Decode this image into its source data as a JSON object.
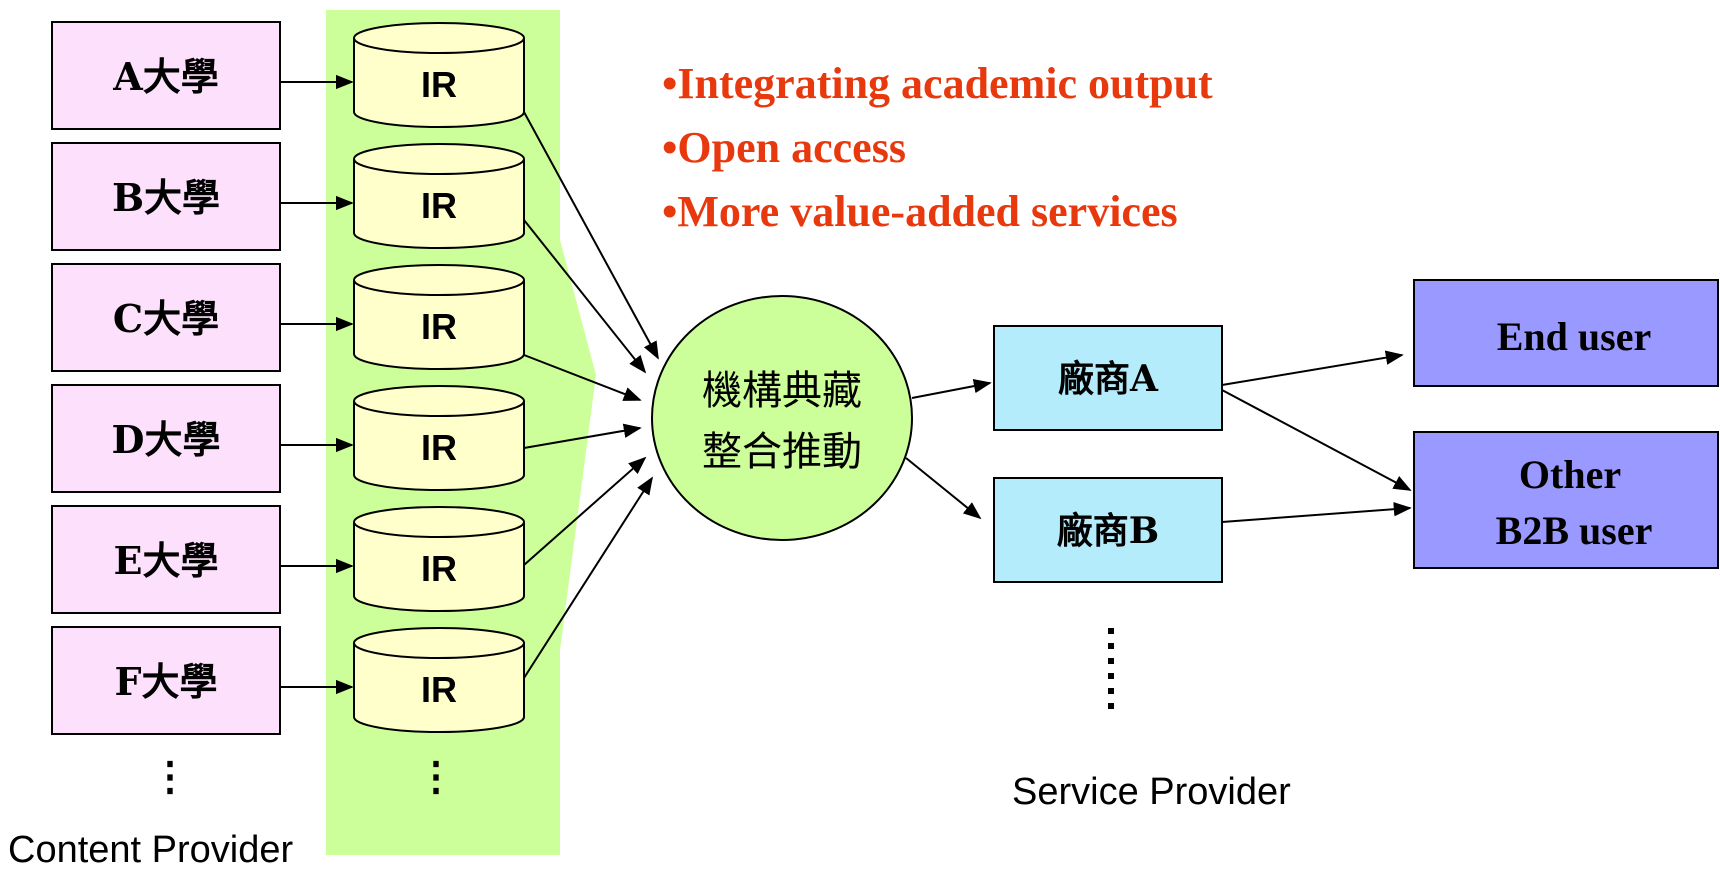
{
  "content_provider": {
    "universities": [
      "A大學",
      "B大學",
      "C大學",
      "D大學",
      "E大學",
      "F大學"
    ],
    "repository_label": "IR",
    "ellipsis": "⋮",
    "caption": "Content Provider"
  },
  "goals": {
    "bullet_symbol": "•",
    "items": [
      "Integrating academic output",
      "Open access",
      "More value-added services"
    ]
  },
  "hub": {
    "line1": "機構典藏",
    "line2": "整合推動"
  },
  "service_provider": {
    "vendors": [
      "廠商A",
      "廠商B"
    ],
    "ellipsis": "⋮",
    "caption": "Service Provider"
  },
  "users": {
    "end_user": "End user",
    "b2b_line1": "Other",
    "b2b_line2": "B2B user"
  },
  "colors": {
    "university_fill": "#fce0fc",
    "repository_fill": "#ffffcc",
    "band_fill": "#ccff99",
    "hub_fill": "#ccff99",
    "vendor_fill": "#b4ecfc",
    "user_fill": "#9999ff",
    "bullet_text": "#e8380d"
  }
}
